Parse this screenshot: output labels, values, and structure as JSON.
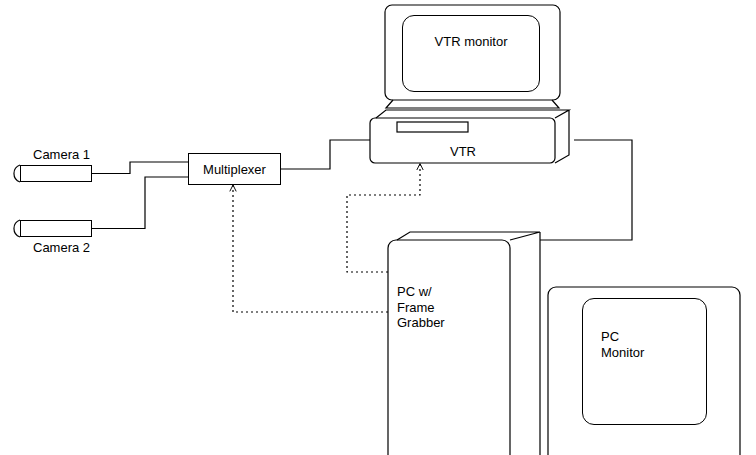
{
  "diagram": {
    "nodes": [
      {
        "text": [
          "Camera 1"
        ]
      },
      {
        "text": [
          "Camera 2"
        ]
      },
      {
        "text": [
          "Multiplexer"
        ]
      },
      {
        "text": [
          "VTR monitor"
        ]
      },
      {
        "text": [
          "VTR"
        ]
      },
      {
        "text": [
          "PC w/ Frame Grabber"
        ]
      },
      {
        "text": [
          "PC Monitor"
        ]
      }
    ],
    "edges": [
      {
        "from": 0,
        "to": 2,
        "arrow": "none"
      },
      {
        "from": 1,
        "to": 2,
        "arrow": "none"
      },
      {
        "from": 2,
        "to": 4,
        "arrow": "none"
      },
      {
        "from": 4,
        "to": 5,
        "arrow": "none"
      },
      {
        "from": 5,
        "to": 2,
        "arrow": "to"
      },
      {
        "from": 5,
        "to": 4,
        "arrow": "to"
      }
    ]
  }
}
